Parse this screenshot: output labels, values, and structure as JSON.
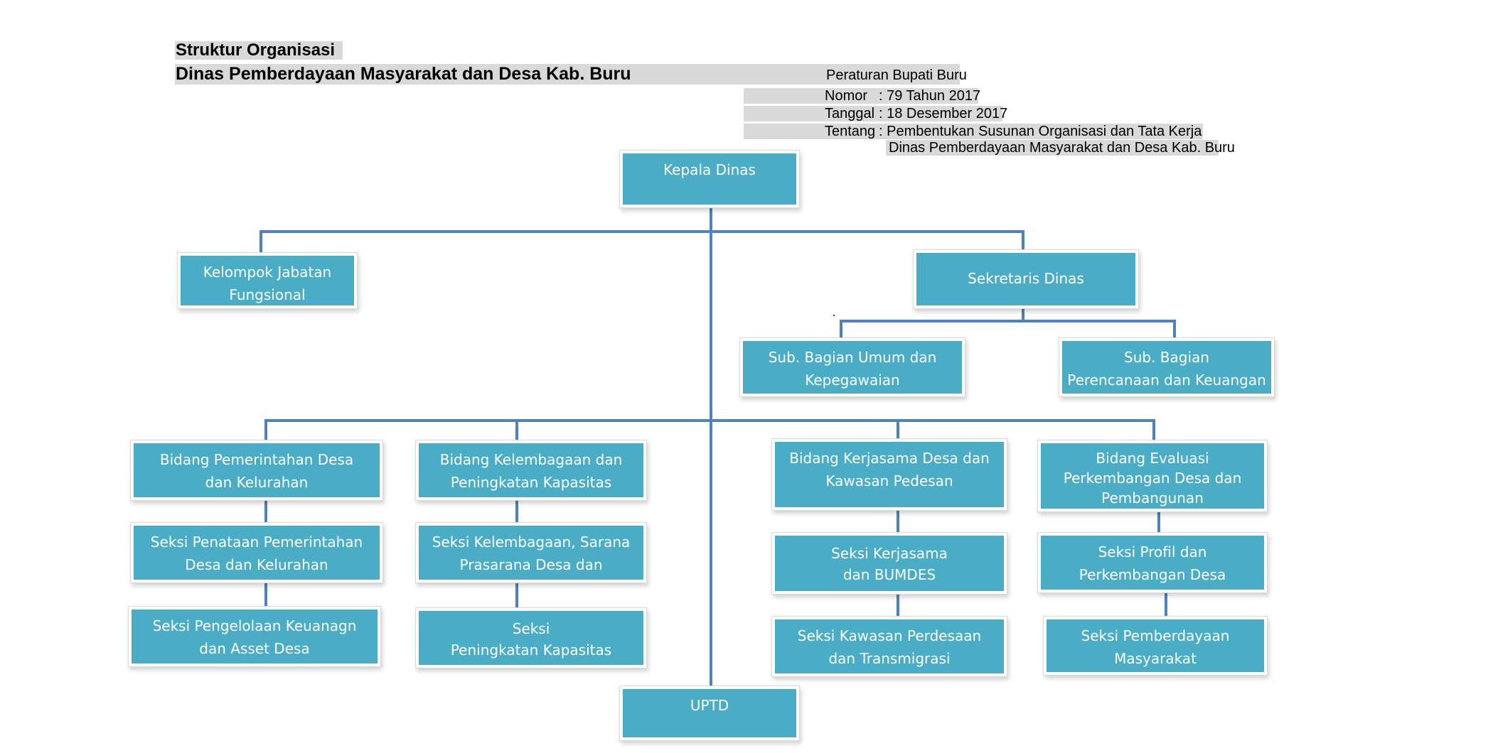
{
  "header": {
    "title_line1": "Struktur Organisasi",
    "title_line2": "Dinas Pemberdayaan Masyarakat dan Desa Kab. Buru"
  },
  "regulation": {
    "heading": "Peraturan Bupati Buru",
    "nomor_label": "Nomor",
    "nomor_value": ": 79 Tahun 2017",
    "tanggal_label": "Tanggal",
    "tanggal_value": ": 18 Desember 2017",
    "tentang_label": "Tentang",
    "tentang_value": ": Pembentukan Susunan Organisasi dan Tata Kerja",
    "tentang_value_2": "Dinas Pemberdayaan Masyarakat dan Desa Kab. Buru"
  },
  "nodes": {
    "kepala": [
      "Kepala Dinas"
    ],
    "kelompok": [
      "Kelompok Jabatan",
      "Fungsional"
    ],
    "sekretaris": [
      "Sekretaris  Dinas"
    ],
    "subbag_umum": [
      "Sub. Bagian Umum dan",
      "Kepegawaian"
    ],
    "subbag_perencanaan": [
      "Sub. Bagian",
      "Perencanaan dan Keuangan"
    ],
    "bidang_pemerintahan": [
      "Bidang Pemerintahan Desa",
      "dan Kelurahan"
    ],
    "seksi_penataan": [
      "Seksi Penataan Pemerintahan",
      "Desa dan Kelurahan"
    ],
    "seksi_pengelolaan": [
      "Seksi Pengelolaan Keuanagn",
      "dan Asset Desa"
    ],
    "bidang_kelembagaan": [
      "Bidang Kelembagaan dan",
      "Peningkatan Kapasitas"
    ],
    "seksi_kelembagaan": [
      "Seksi Kelembagaan, Sarana",
      "Prasarana Desa dan"
    ],
    "seksi_peningkatan": [
      "Seksi",
      "Peningkatan Kapasitas"
    ],
    "bidang_kerjasama": [
      "Bidang Kerjasama Desa dan",
      "Kawasan Pedesan"
    ],
    "seksi_kerjasama": [
      "Seksi Kerjasama",
      "dan BUMDES"
    ],
    "seksi_kawasan": [
      "Seksi Kawasan Perdesaan",
      "dan Transmigrasi"
    ],
    "bidang_evaluasi": [
      "Bidang Evaluasi",
      "Perkembangan Desa dan",
      "Pembangunan"
    ],
    "seksi_profil": [
      "Seksi Profil dan",
      "Perkembangan Desa"
    ],
    "seksi_pemberdayaan": [
      "Seksi Pemberdayaan",
      "Masyarakat"
    ],
    "uptd": [
      "UPTD"
    ]
  },
  "colors": {
    "box_fill": "#4bacc6",
    "connector": "#4f81bd",
    "highlight": "#d9d9d9"
  }
}
